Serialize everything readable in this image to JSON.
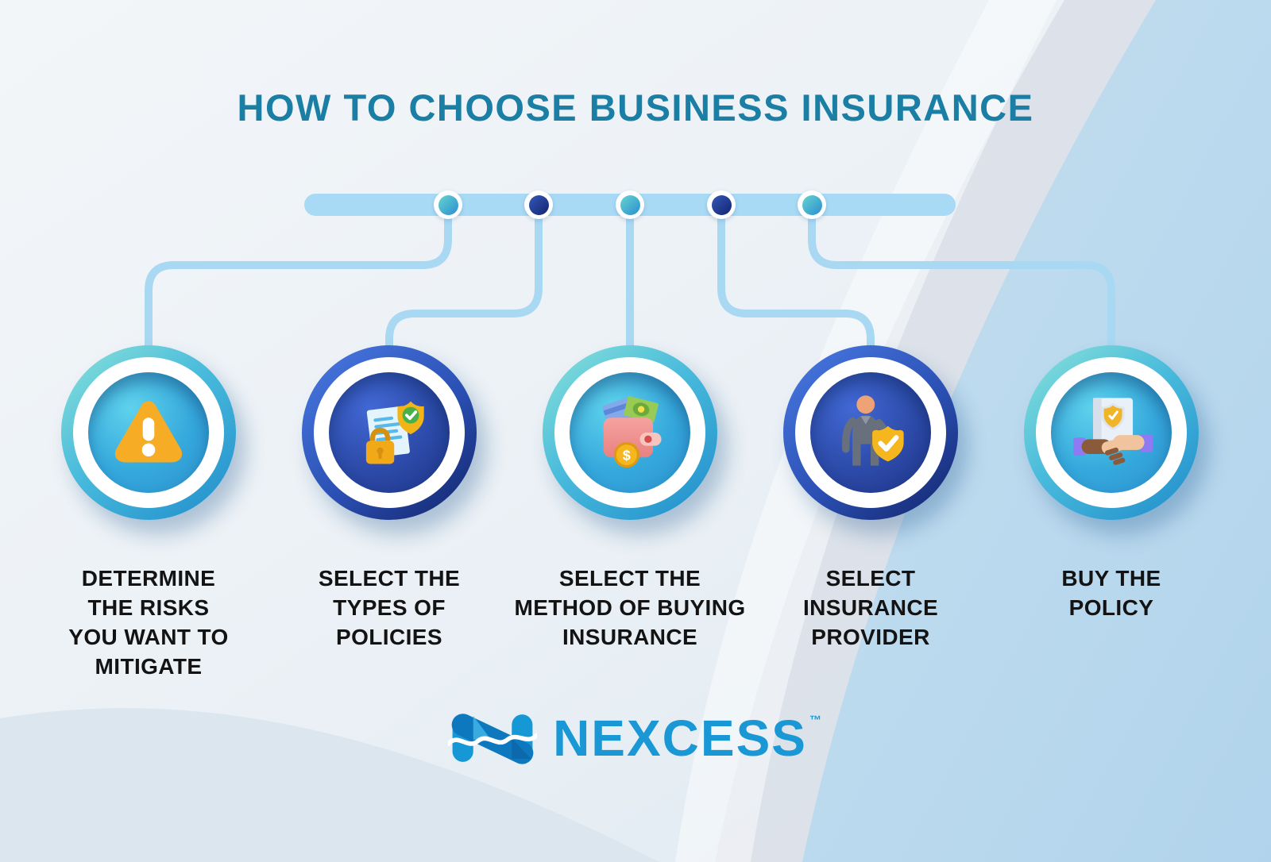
{
  "title": "HOW TO CHOOSE BUSINESS INSURANCE",
  "timeline": {
    "step_count": 5
  },
  "steps": [
    {
      "label": "DETERMINE\nTHE RISKS\nYOU WANT TO\nMITIGATE",
      "icon": "warning-triangle",
      "scheme": "teal"
    },
    {
      "label": "SELECT THE\nTYPES OF\nPOLICIES",
      "icon": "insured-document-lock",
      "scheme": "navy"
    },
    {
      "label": "SELECT THE\nMETHOD OF BUYING\nINSURANCE",
      "icon": "wallet-money",
      "scheme": "teal"
    },
    {
      "label": "SELECT\nINSURANCE\nPROVIDER",
      "icon": "person-with-shield",
      "scheme": "navy"
    },
    {
      "label": "BUY THE\nPOLICY",
      "icon": "handshake-policy",
      "scheme": "teal"
    }
  ],
  "brand": {
    "name": "NEXCESS",
    "trademark": "™"
  },
  "colors": {
    "title": "#1B7EA4",
    "label_text": "#131313",
    "timeline_bar": "#A9DAF5",
    "connector": "#A9D8F3",
    "teal_ring": "#2A9BD4",
    "navy_ring": "#1E3A96",
    "brand_blue": "#1A97D5",
    "warning_orange": "#F7AC25",
    "shield_gold": "#F5B71D",
    "wallet_pink": "#EF9494",
    "money_green": "#97CB55",
    "background_blue": "#BCD9EC"
  }
}
